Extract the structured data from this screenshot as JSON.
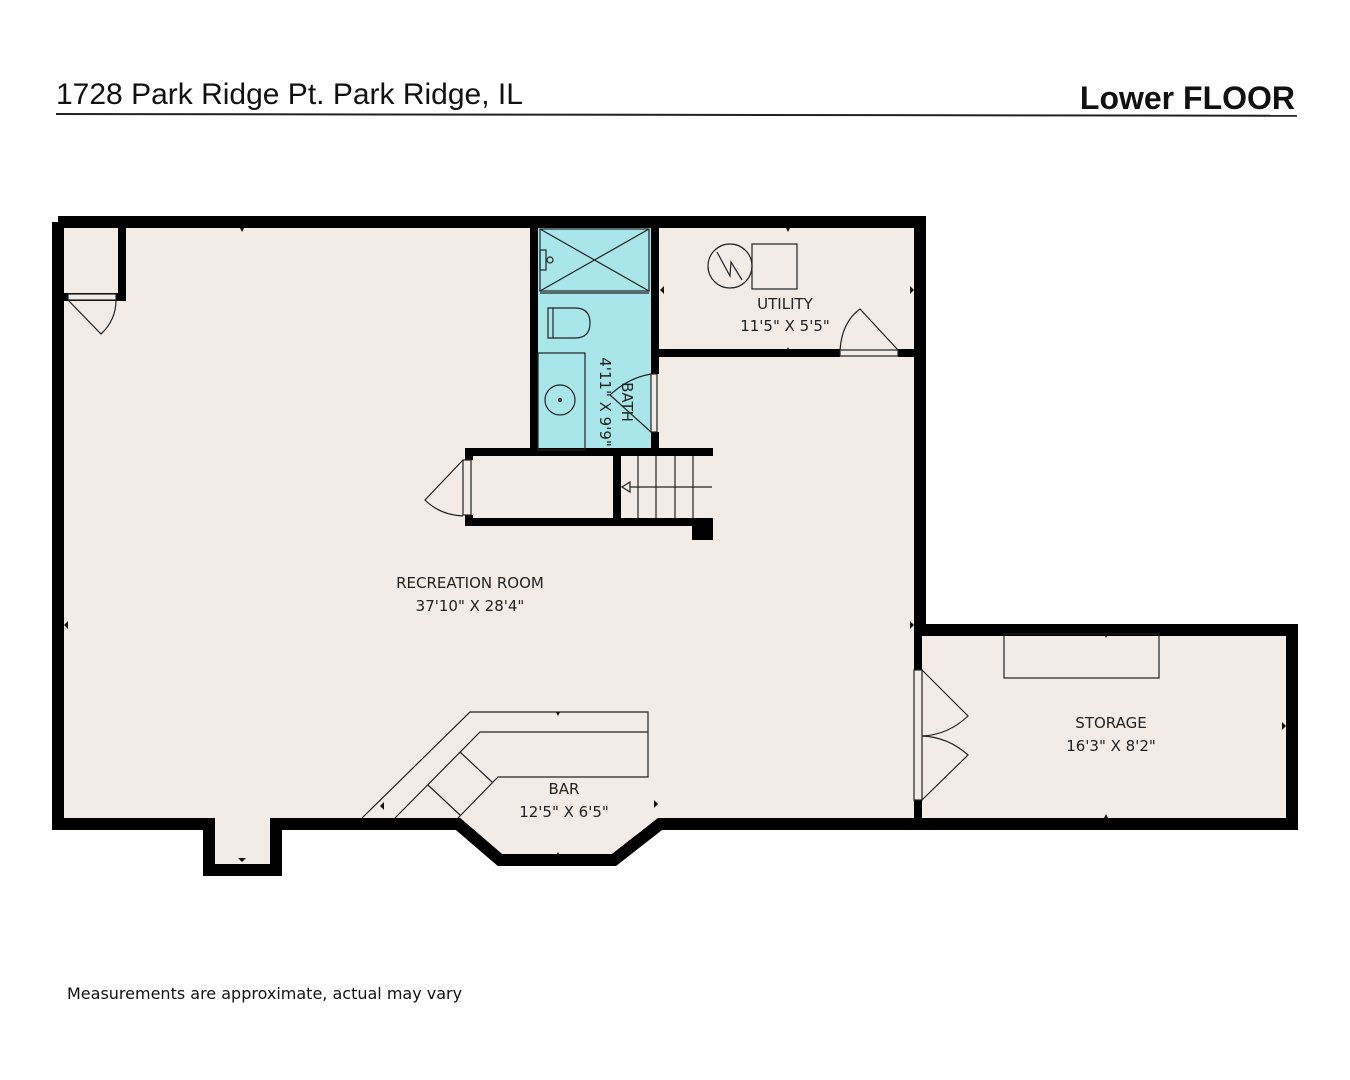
{
  "header": {
    "address": "1728 Park Ridge Pt. Park Ridge, IL",
    "floor_title": "Lower FLOOR"
  },
  "rooms": [
    {
      "name": "RECREATION ROOM",
      "dimensions": "37'10\" X 28'4\""
    },
    {
      "name": "BATH",
      "dimensions": "4'11\" X 9'9\""
    },
    {
      "name": "UTILITY",
      "dimensions": "11'5\" X 5'5\""
    },
    {
      "name": "BAR",
      "dimensions": "12'5\" X 6'5\""
    },
    {
      "name": "STORAGE",
      "dimensions": "16'3\" X 8'2\""
    }
  ],
  "footer": {
    "disclaimer": "Measurements are approximate, actual may vary"
  },
  "colors": {
    "floor": "#f2ebe6",
    "bath": "#a8e6ea",
    "wall": "#000000"
  }
}
